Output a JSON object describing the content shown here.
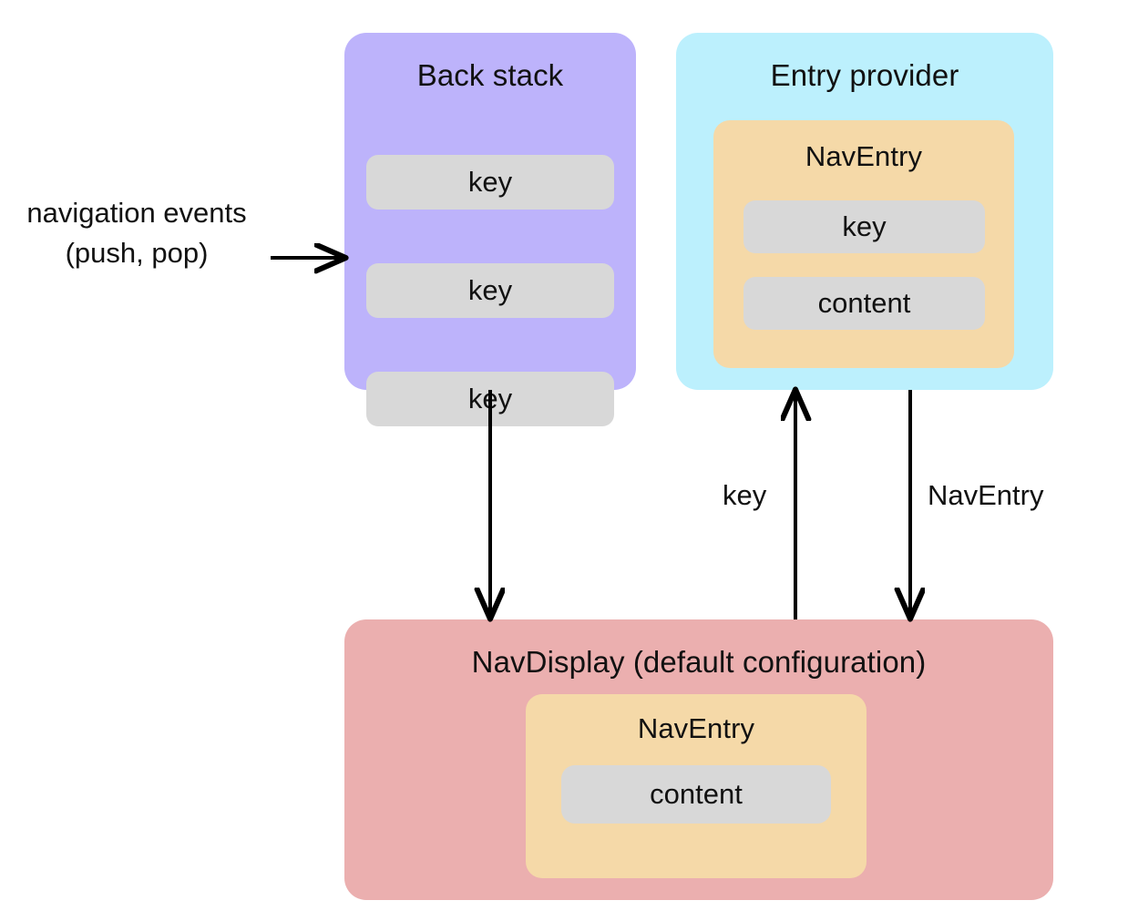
{
  "diagram": {
    "title": "Navigation 3 architecture",
    "background": "#ffffff"
  },
  "colors": {
    "back_stack_fill": "#bdb3fb",
    "entry_provider_fill": "#bcf0fd",
    "nav_entry_fill": "#f5d9a8",
    "nav_display_fill": "#ebafaf",
    "chip_fill": "#d8d8d8",
    "text": "#111111",
    "arrow": "#000000"
  },
  "labels": {
    "navigation_events_line1": "navigation events",
    "navigation_events_line2": "(push, pop)"
  },
  "back_stack": {
    "title": "Back stack",
    "items": [
      {
        "label": "key"
      },
      {
        "label": "key"
      },
      {
        "label": "key"
      }
    ]
  },
  "entry_provider": {
    "title": "Entry provider",
    "nav_entry": {
      "title": "NavEntry",
      "items": [
        {
          "label": "key"
        },
        {
          "label": "content"
        }
      ]
    }
  },
  "nav_display": {
    "title": "NavDisplay (default configuration)",
    "nav_entry": {
      "title": "NavEntry",
      "items": [
        {
          "label": "content"
        }
      ]
    }
  },
  "edges": [
    {
      "name": "navigation-events-to-back-stack",
      "label": "",
      "from": "navigation events (push, pop)",
      "to": "Back stack",
      "direction": "right"
    },
    {
      "name": "back-stack-to-nav-display",
      "label": "",
      "from": "Back stack",
      "to": "NavDisplay",
      "direction": "down"
    },
    {
      "name": "nav-display-to-entry-provider",
      "label": "key",
      "from": "NavDisplay",
      "to": "Entry provider",
      "direction": "up"
    },
    {
      "name": "entry-provider-to-nav-display",
      "label": "NavEntry",
      "from": "Entry provider",
      "to": "NavDisplay",
      "direction": "down"
    }
  ]
}
